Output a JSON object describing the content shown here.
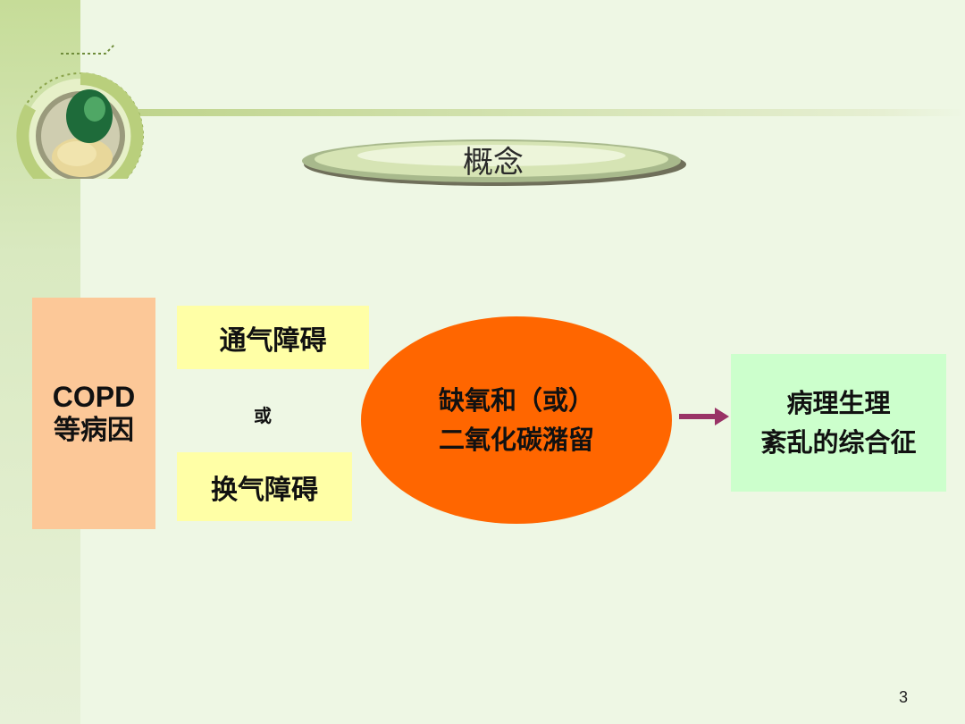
{
  "title": "概念",
  "diagram": {
    "cause": {
      "line1": "COPD",
      "line2": "等病因"
    },
    "disorder_1": "通气障碍",
    "connector": "或",
    "disorder_2": "换气障碍",
    "core": {
      "line1": "缺氧和（或）",
      "line2": "二氧化碳潴留"
    },
    "result": {
      "line1": "病理生理",
      "line2": "紊乱的综合征"
    }
  },
  "page_number": "3",
  "colors": {
    "cause_box": "#fcc898",
    "disorder_box": "#ffffa6",
    "core_ellipse": "#ff6600",
    "result_box": "#ccffcc",
    "arrow": "#993366"
  }
}
